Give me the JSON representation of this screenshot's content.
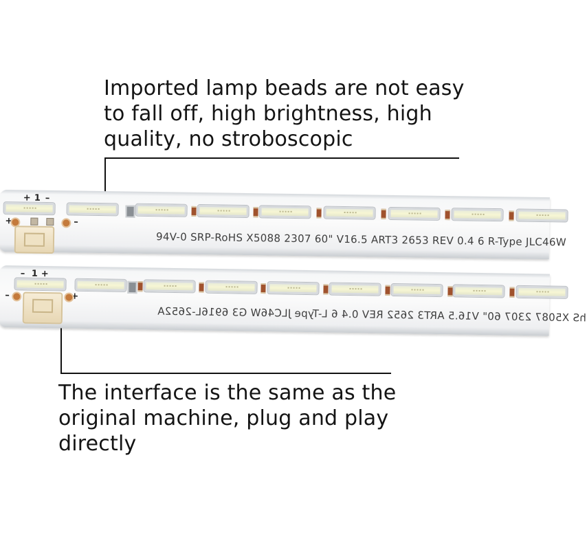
{
  "captions": {
    "top": "Imported lamp beads are not easy to fall off, high brightness, high quality, no stroboscopic",
    "bottom": "The interface is the same as the original machine, plug and play directly"
  },
  "strip_top": {
    "polarity": [
      "+",
      "1",
      "–",
      "+",
      "–"
    ],
    "silkscreen": "94V-0 SRP-RoHS X5088 2307 60\" V16.5 ART3 2653 REV 0.4 6 R-Type   JLC46W"
  },
  "strip_bottom": {
    "polarity": [
      "–",
      "1",
      "+",
      "–",
      "+"
    ],
    "silkscreen": "hS X5087 2307 60\" V16.5 ART3 2652 REV 0.4 6 L-Type  JLC46W G3 6916L-2652A"
  },
  "colors": {
    "text": "#141414",
    "pcb_white": "#f6f7f8",
    "led_lens": "#f7f6d4",
    "resistor": "#a0522d",
    "connector": "#efe2c4"
  }
}
